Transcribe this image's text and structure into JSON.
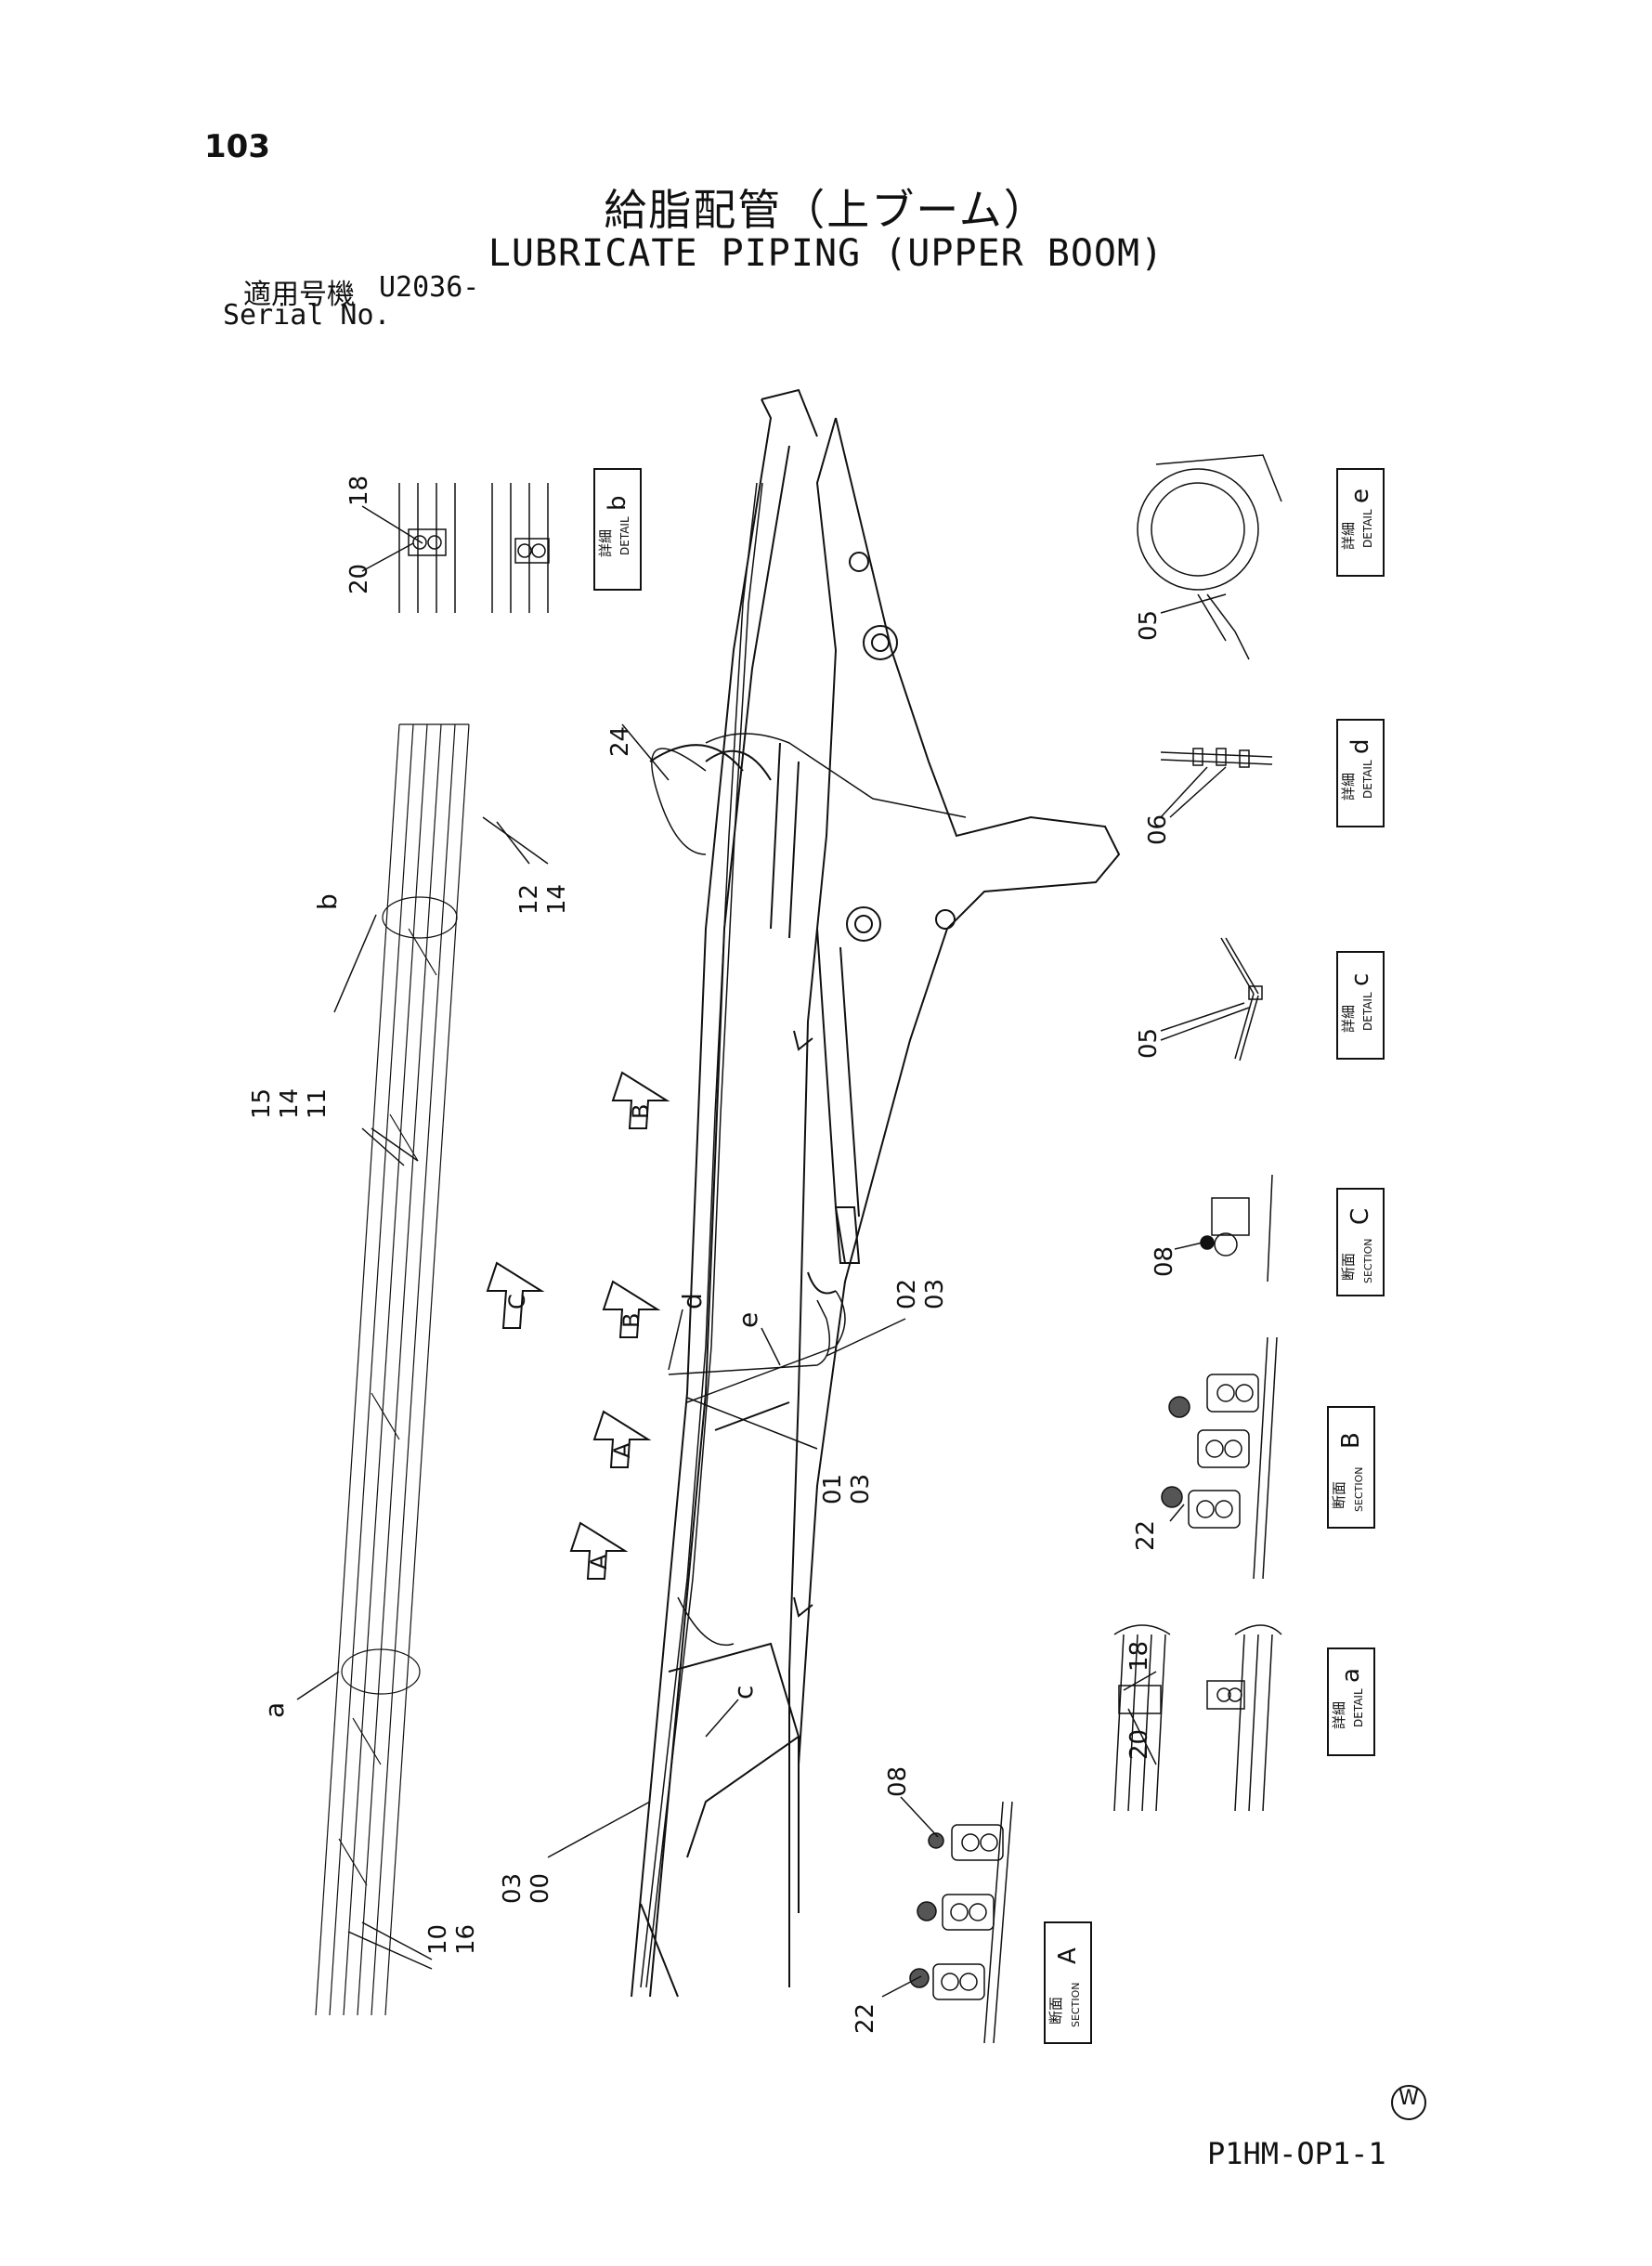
{
  "page_number": "103",
  "title_ja": "給脂配管（上ブーム）",
  "title_en": "LUBRICATE PIPING (UPPER BOOM)",
  "serial_ja": "適用号機",
  "serial_value": "U2036-",
  "serial_en": "Serial No.",
  "footer_circle": "W",
  "doc_code": "P1HM-OP1-1",
  "panels": {
    "detail_b": {
      "kanji": "詳細",
      "word": "DETAIL",
      "letter": "b"
    },
    "detail_e": {
      "kanji": "詳細",
      "word": "DETAIL",
      "letter": "e"
    },
    "detail_d": {
      "kanji": "詳細",
      "word": "DETAIL",
      "letter": "d"
    },
    "detail_c": {
      "kanji": "詳細",
      "word": "DETAIL",
      "letter": "c"
    },
    "section_C": {
      "kanji": "断面",
      "word": "SECTION",
      "letter": "C"
    },
    "section_B": {
      "kanji": "断面",
      "word": "SECTION",
      "letter": "B"
    },
    "detail_a": {
      "kanji": "詳細",
      "word": "DETAIL",
      "letter": "a"
    },
    "section_A": {
      "kanji": "断面",
      "word": "SECTION",
      "letter": "A"
    }
  },
  "callouts": {
    "c18_top": "18",
    "c20_top": "20",
    "c24": "24",
    "c12": "12",
    "c14": "14",
    "c15": "15",
    "c14b": "14",
    "c11": "11",
    "c05_e": "05",
    "c06": "06",
    "c05_c": "05",
    "c08_C": "08",
    "c02": "02",
    "c03a": "03",
    "c01": "01",
    "c03b": "03",
    "c22_B": "22",
    "c18_a": "18",
    "c20_a": "20",
    "c08_A": "08",
    "c03c": "03",
    "c00": "00",
    "c10": "10",
    "c16": "16",
    "c22_A": "22"
  },
  "letters": {
    "b": "b",
    "a": "a",
    "c": "c",
    "d": "d",
    "e": "e",
    "arrow_C": "C",
    "arrow_B1": "B",
    "arrow_B2": "B",
    "arrow_A1": "A",
    "arrow_A2": "A"
  }
}
